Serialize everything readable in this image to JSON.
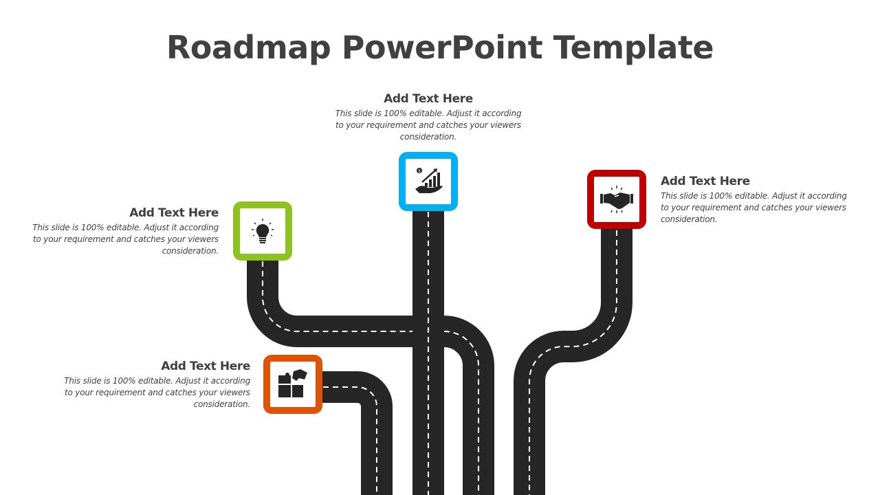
{
  "title": "Roadmap PowerPoint Template",
  "items": [
    {
      "heading": "Add Text Here",
      "body": "This slide is 100% editable. Adjust it according to your requirement and catches your viewers consideration.",
      "color": "#00B0F0",
      "icon": "money-growth-hand-icon"
    },
    {
      "heading": "Add Text Here",
      "body": "This slide is 100% editable. Adjust it according to your requirement and catches your viewers consideration.",
      "color": "#8DC21F",
      "icon": "lightbulb-icon"
    },
    {
      "heading": "Add Text Here",
      "body": "This slide is 100% editable. Adjust it according to your requirement and catches your viewers consideration.",
      "color": "#C00000",
      "icon": "handshake-icon"
    },
    {
      "heading": "Add Text Here",
      "body": "This slide is 100% editable. Adjust it according to your requirement and catches your viewers consideration.",
      "color": "#E05206",
      "icon": "puzzle-icon"
    }
  ]
}
